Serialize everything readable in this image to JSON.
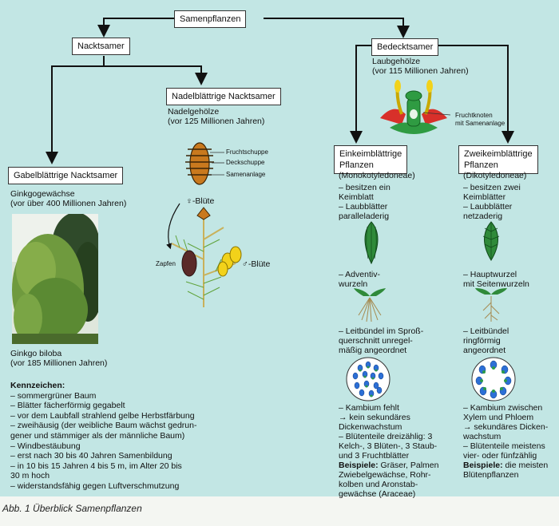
{
  "diagram": {
    "root": "Samenpflanzen",
    "nacktsamer": {
      "title": "Nacktsamer",
      "gabel": {
        "title": "Gabelblättrige Nacktsamer",
        "group": "Ginkgogewächse",
        "age": "(vor über 400 Millionen Jahren)",
        "photo_name": "Ginkgo biloba",
        "photo_age": "(vor 185 Millionen Jahren)",
        "kennzeichen_title": "Kennzeichen:",
        "kennzeichen": [
          "– sommergrüner Baum",
          "– Blätter fächerförmig gegabelt",
          "– vor dem Laubfall strahlend gelbe Herbstfärbung",
          "– zweihäusig (der weibliche Baum wächst gedrun-",
          "   gener und stämmiger als der männliche Baum)",
          "– Windbestäubung",
          "– erst nach 30 bis 40 Jahren Samenbildung",
          "– in 10 bis 15 Jahren 4 bis 5 m, im Alter 20 bis",
          "   30 m hoch",
          "– widerstandsfähig gegen Luftverschmutzung"
        ]
      },
      "nadel": {
        "title": "Nadelblättrige Nacktsamer",
        "group": "Nadelgehölze",
        "age": "(vor 125 Millionen Jahren)",
        "labels": {
          "fruchtschuppe": "Fruchtschuppe",
          "deckschuppe": "Deckschuppe",
          "samenanlage": "Samenanlage",
          "female": "♀-Blüte",
          "male": "♂-Blüte",
          "zapfen": "Zapfen"
        }
      }
    },
    "bedecktsamer": {
      "title": "Bedecktsamer",
      "group": "Laubgehölze",
      "age": "(vor 115 Millionen Jahren)",
      "flower_label_1": "Fruchtknoten",
      "flower_label_2": "mit Samenanlage",
      "mono": {
        "title_1": "Einkeimblättrige",
        "title_2": "Pflanzen",
        "latin": "(Monokotyledoneae)",
        "keimblatt": [
          "– besitzen ein",
          "  Keimblatt",
          "– Laubblätter",
          "  paralleladerig"
        ],
        "wurzel": [
          "– Adventiv-",
          "  wurzeln"
        ],
        "leitbuendel": [
          "– Leitbündel im Sproß-",
          "  querschnitt unregel-",
          "  mäßig angeordnet"
        ],
        "kambium": [
          "– Kambium fehlt",
          "→ kein sekundäres",
          "   Dickenwachstum",
          "– Blütenteile dreizählig: 3",
          "  Kelch-, 3 Blüten-, 3 Staub-",
          "  und 3 Fruchtblätter"
        ],
        "beispiele_label": "Beispiele:",
        "beispiele": [
          " Gräser, Palmen",
          "Zwiebelgewächse, Rohr-",
          "kolben und Aronstab-",
          "gewächse (Araceae)"
        ]
      },
      "di": {
        "title_1": "Zweikeimblättrige",
        "title_2": "Pflanzen",
        "latin": "(Dikotyledoneae)",
        "keimblatt": [
          "– besitzen zwei",
          "  Keimblätter",
          "– Laubblätter",
          "  netzaderig"
        ],
        "wurzel": [
          "– Hauptwurzel",
          "  mit Seitenwurzeln"
        ],
        "leitbuendel": [
          "– Leitbündel",
          "  ringförmig",
          "  angeordnet"
        ],
        "kambium": [
          "– Kambium zwischen",
          "  Xylem und Phloem",
          "→ sekundäres Dicken-",
          "  wachstum",
          "– Blütenteile meistens",
          "  vier- oder fünfzählig"
        ],
        "beispiele_label": "Beispiele:",
        "beispiele": [
          " die meisten",
          "Blütenpflanzen"
        ]
      }
    },
    "caption": "Abb. 1  Überblick Samenpflanzen"
  },
  "colors": {
    "panel": "#c2e6e4",
    "leaf": "#2f8a3a",
    "bundle": "#2c6fd6",
    "flower_red": "#d8302a",
    "flower_yellow": "#f2d21a"
  }
}
